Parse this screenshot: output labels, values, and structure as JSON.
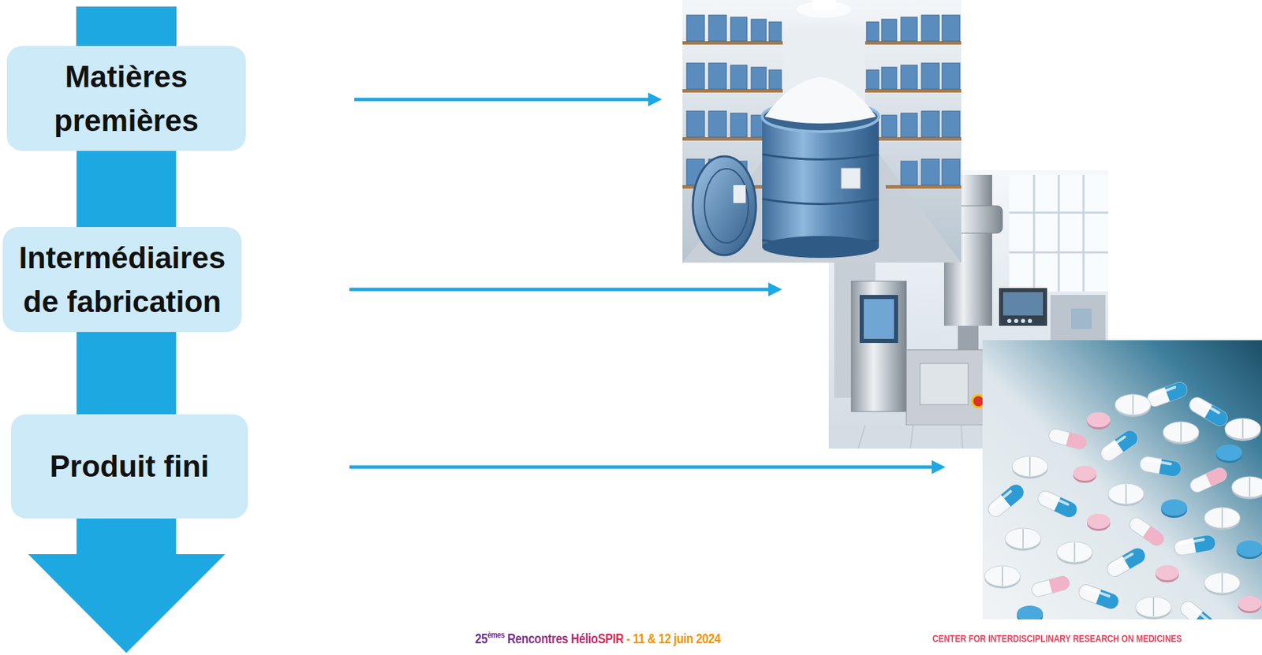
{
  "diagram": {
    "nodes": [
      {
        "text": [
          "Matières premières"
        ]
      },
      {
        "text": [
          "Intermédiaires de fabrication"
        ]
      },
      {
        "text": [
          "Produit fini"
        ]
      }
    ],
    "edges": [
      {
        "from": 0,
        "to": 1,
        "arrow": "none"
      },
      {
        "from": 1,
        "to": 2,
        "arrow": "none"
      }
    ],
    "labels": [
      "25",
      "èmes",
      "Rencontres HélioSPIR",
      "- 11 & 12 juin 2024",
      "CENTER FOR INTERDISCIPLINARY RESEARCH ON MEDICINES"
    ]
  }
}
